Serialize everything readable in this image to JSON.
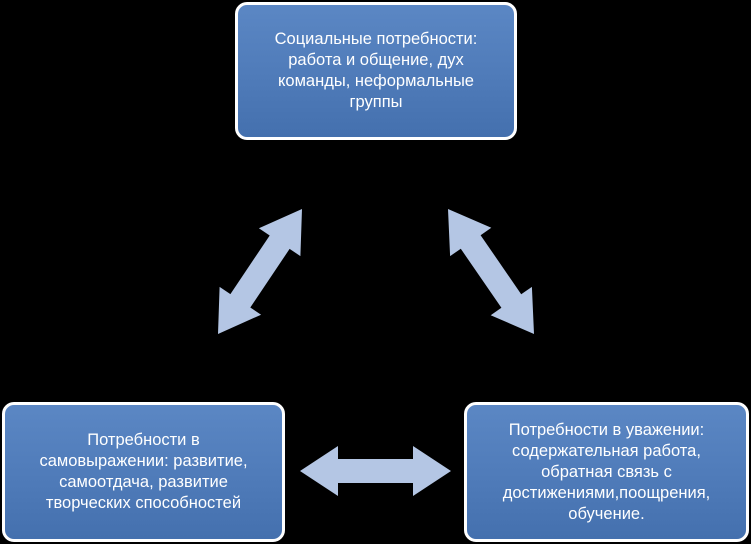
{
  "diagram": {
    "nodes": {
      "social": {
        "text": "Социальные потребности:\nработа и общение, дух\nкоманды, неформальные\nгруппы"
      },
      "self_expression": {
        "text": "Потребности в\nсамовыражении: развитие,\nсамоотдача, развитие\nтворческих способностей"
      },
      "esteem": {
        "text": "Потребности в уважении:\nсодержательная работа,\nобратная связь с\nдостижениями,поощрения,\nобучение."
      }
    },
    "edges": [
      {
        "from": "social",
        "to": "self_expression",
        "type": "double-arrow"
      },
      {
        "from": "social",
        "to": "esteem",
        "type": "double-arrow"
      },
      {
        "from": "self_expression",
        "to": "esteem",
        "type": "double-arrow"
      }
    ],
    "colors": {
      "background": "#000000",
      "box_fill": "#4f7bb9",
      "box_border": "#ffffff",
      "arrow_fill": "#b4c6e4",
      "text": "#ffffff"
    }
  }
}
